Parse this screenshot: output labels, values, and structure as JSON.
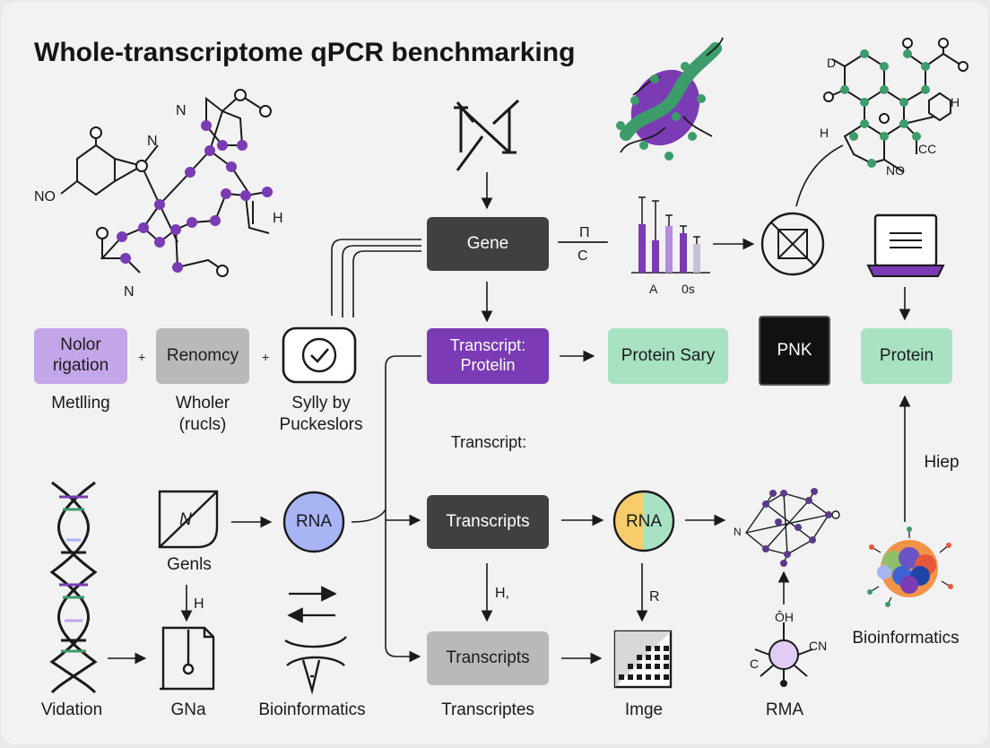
{
  "title": "Whole-transcriptome qPCR benchmarking",
  "boxes": {
    "gene": "Gene",
    "transcript_protein": "Transcript:\nProtelin",
    "protein_sary": "Protein Sary",
    "pnk": "PNK",
    "protein": "Protein",
    "transcripts_dark": "Transcripts",
    "transcripts_grey": "Transcripts",
    "nolor": "Nolor\nrigation",
    "renomcy": "Renomcy",
    "rna_blue": "RNA",
    "rna_split": "RNA"
  },
  "labels": {
    "metlling": "Metlling",
    "wholer": "Wholer\n(rucls)",
    "sylly": "Sylly by\nPuckeslors",
    "transcript_colon": "Transcript:",
    "hiep": "Hiep",
    "genls": "Genls",
    "vidation": "Vidation",
    "gna": "GNa",
    "bioinformatics_bottom": "Bioinformatics",
    "transcriptes": "Transcriptes",
    "imge": "Imge",
    "rma": "RMA",
    "bioinformatics_right": "Bioinformatics",
    "h_arrow": "H,",
    "r_arrow": "R",
    "h_gna": "H",
    "pi": "Π",
    "c": "C",
    "chart_a": "A",
    "chart_os": "0s",
    "mol_n1": "N",
    "mol_n2": "N",
    "mol_n3": "N",
    "mol_no": "NO",
    "mol_h": "H",
    "mol_d": "D",
    "mol_h2": "H",
    "mol_h3": "H",
    "mol_cc": "CC",
    "mol_no2": "NO",
    "n_icon": "N",
    "n_net": "N",
    "rma_top": "ÔH",
    "rma_cn": "CN",
    "rma_c": "C",
    "plus1": "+",
    "plus2": "+"
  },
  "colors": {
    "dark_box": "#404040",
    "purple_box": "#7a3bb4",
    "green_box": "#a8e2c2",
    "lavender_box": "#c3a6e9",
    "grey_box": "#b9b9b9",
    "rna_blue": "#a8b4f4",
    "rna_yellow": "#f6cd6a",
    "rna_green": "#a8e2c2",
    "atom_purple": "#7a3bb4",
    "atom_green": "#3c9c6a"
  },
  "icons": [
    "molecule-icon",
    "letter-n-icon",
    "protein-blob-icon",
    "bar-chart-icon",
    "crossed-box-icon",
    "laptop-icon",
    "check-badge-icon",
    "dna-helix-icon",
    "signal-icon",
    "document-icon",
    "swap-arrows-icon",
    "flask-icon",
    "network-icon",
    "grid-image-icon",
    "atom-icon",
    "protein-cluster-icon"
  ]
}
